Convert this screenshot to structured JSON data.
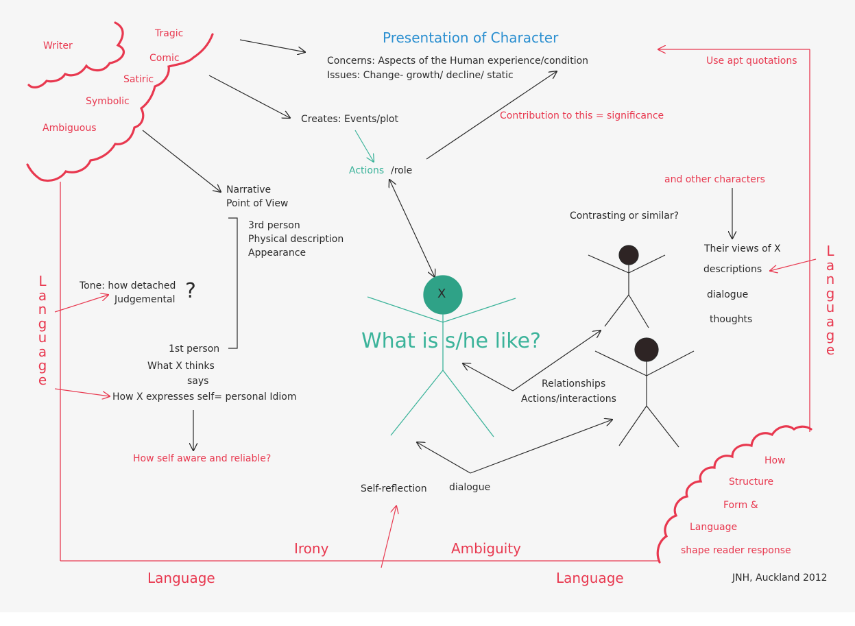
{
  "title": "Presentation of Character",
  "writer_box": {
    "writer": "Writer",
    "modes": [
      "Tragic",
      "Comic",
      "Satiric",
      "Symbolic",
      "Ambiguous"
    ]
  },
  "concerns": {
    "line1": "Concerns: Aspects of the Human experience/condition",
    "line2": "Issues: Change- growth/ decline/ static"
  },
  "use_apt_quotations": "Use apt quotations",
  "creates": "Creates: Events/plot",
  "contribution": "Contribution to this = significance",
  "actions": "Actions",
  "role": "/role",
  "narrative": {
    "line1": "Narrative",
    "line2": "Point of View",
    "third_person": [
      "3rd person",
      "Physical description",
      "Appearance"
    ],
    "first_person": "1st person",
    "what_x_thinks": "What X thinks",
    "says": "says",
    "how_x_expresses": "How X expresses self= personal Idiom",
    "how_self_aware": "How self aware and reliable?"
  },
  "tone": {
    "line1": "Tone: how detached",
    "line2": "Judgemental",
    "question_mark": "?"
  },
  "center": {
    "x_label": "X",
    "question": "What is s/he like?"
  },
  "other_characters": "and other characters",
  "contrasting": "Contrasting or similar?",
  "their_views": [
    "Their views of X",
    "descriptions",
    "dialogue",
    "thoughts"
  ],
  "relationships": [
    "Relationships",
    "Actions/interactions"
  ],
  "self_reflection": "Self-reflection",
  "dialogue": "dialogue",
  "structure_box": [
    "How",
    "Structure",
    "Form &",
    "Language",
    "shape reader response"
  ],
  "irony": "Irony",
  "ambiguity": "Ambiguity",
  "language_word": "Language",
  "language_left": "Language",
  "language_right": "Language",
  "language_bottom_left": "Language",
  "language_bottom_right": "Language",
  "credit": "JNH, Auckland 2012",
  "colors": {
    "red": "#e8384f",
    "teal": "#3bb39a",
    "blue": "#2b8fd0",
    "black": "#2a2a2a"
  }
}
